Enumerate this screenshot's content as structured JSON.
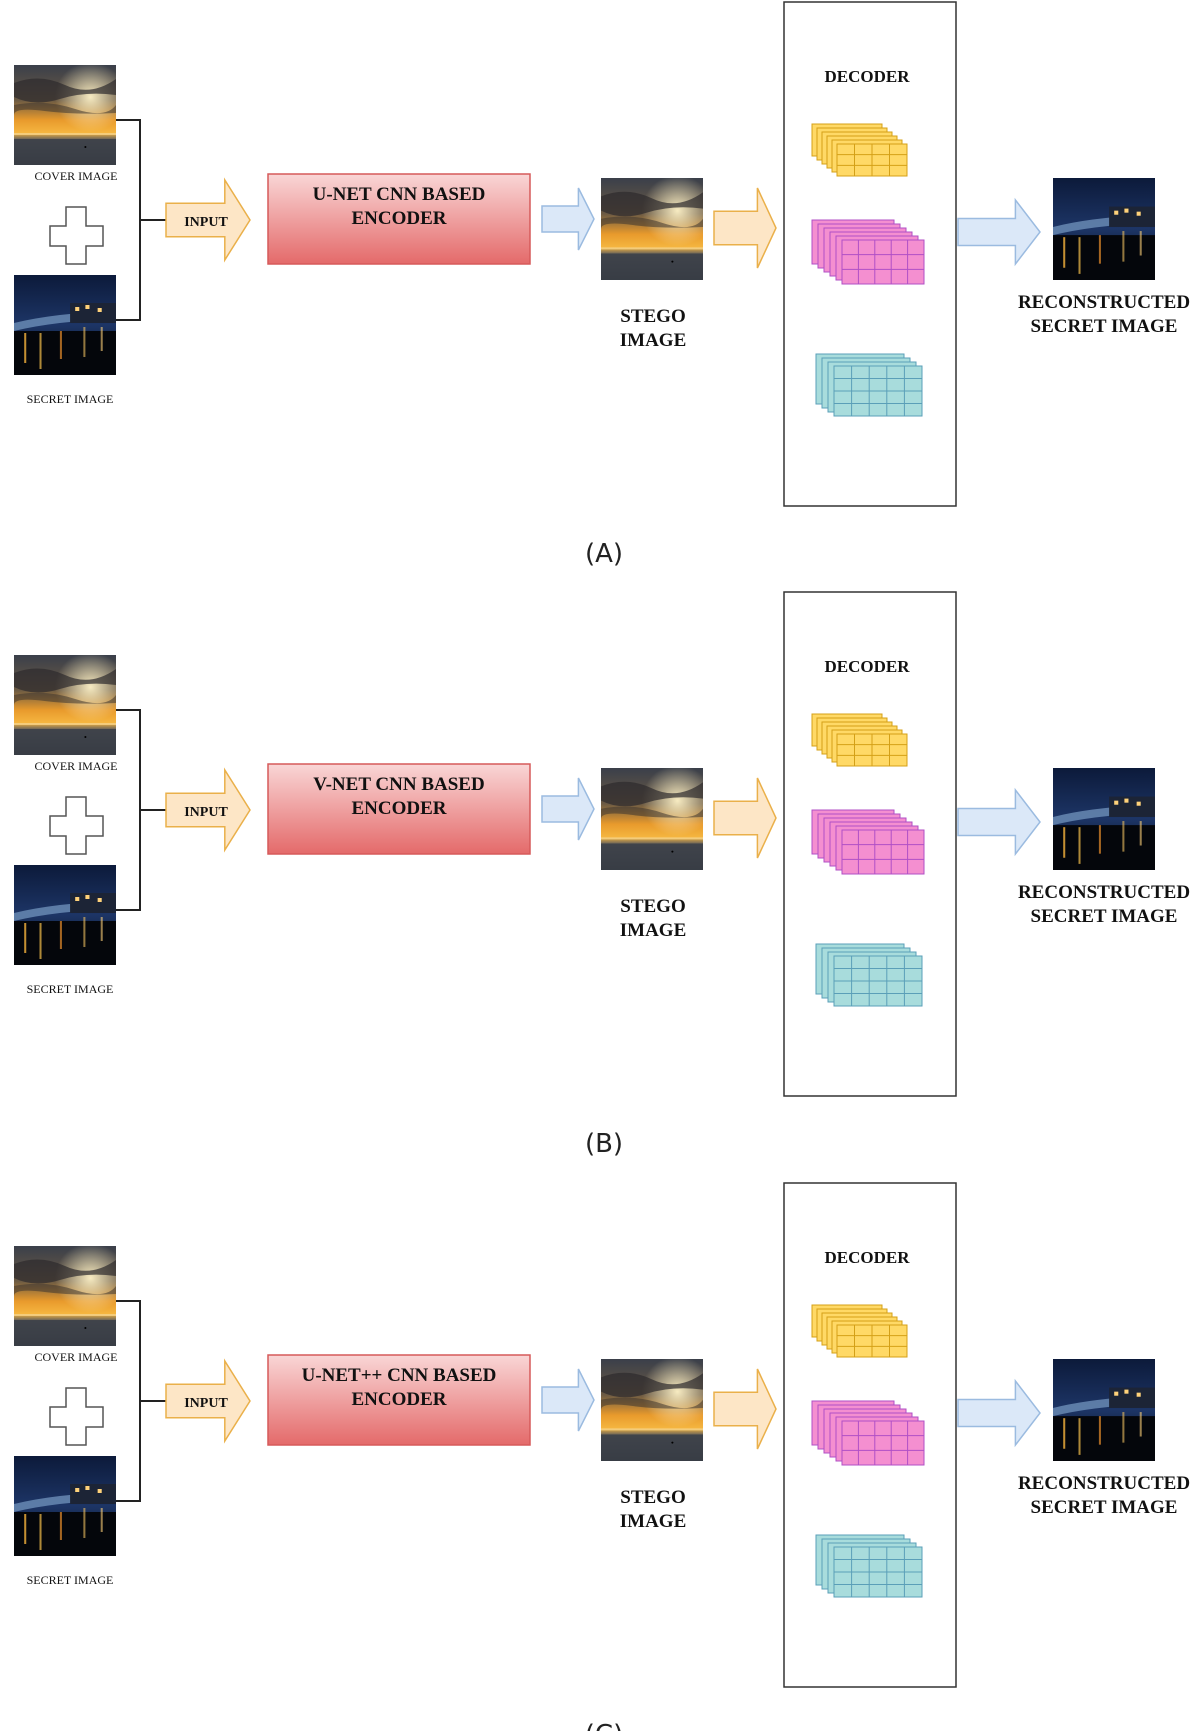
{
  "panels": [
    {
      "caption": "(A)",
      "cover_label": "COVER IMAGE",
      "secret_label": "SECRET IMAGE",
      "input_label": "INPUT",
      "encoder_line1": "U-NET CNN BASED",
      "encoder_line2": "ENCODER",
      "stego_line1": "STEGO",
      "stego_line2": "IMAGE",
      "decoder_label": "DECODER",
      "recon_line1": "RECONSTRUCTED",
      "recon_line2": "SECRET IMAGE"
    },
    {
      "caption": "(B)",
      "cover_label": "COVER IMAGE",
      "secret_label": "SECRET IMAGE",
      "input_label": "INPUT",
      "encoder_line1": "V-NET CNN BASED",
      "encoder_line2": "ENCODER",
      "stego_line1": "STEGO",
      "stego_line2": "IMAGE",
      "decoder_label": "DECODER",
      "recon_line1": "RECONSTRUCTED",
      "recon_line2": "SECRET IMAGE"
    },
    {
      "caption": "(C)",
      "cover_label": "COVER IMAGE",
      "secret_label": "SECRET IMAGE",
      "input_label": "INPUT",
      "encoder_line1": "U-NET++ CNN BASED",
      "encoder_line2": "ENCODER",
      "stego_line1": "STEGO",
      "stego_line2": "IMAGE",
      "decoder_label": "DECODER",
      "recon_line1": "RECONSTRUCTED",
      "recon_line2": "SECRET IMAGE"
    }
  ],
  "colors": {
    "encoder_fill_top": "#f9d6d6",
    "encoder_fill_bottom": "#e46a6a",
    "encoder_stroke": "#d65a5a",
    "blue_arrow": "#dbe8f8",
    "blue_arrow_stroke": "#9bbbe0",
    "orange_arrow": "#fde6c6",
    "orange_arrow_stroke": "#eab04a",
    "block_yellow": "#ffd966",
    "block_yellow_stroke": "#d4a017",
    "block_pink": "#f48fd0",
    "block_pink_stroke": "#b04fc6",
    "block_teal": "#a8dcdc",
    "block_teal_stroke": "#5a9fb8"
  },
  "icons": {
    "plus": "plus-icon",
    "arrow": "arrow-right-icon"
  }
}
